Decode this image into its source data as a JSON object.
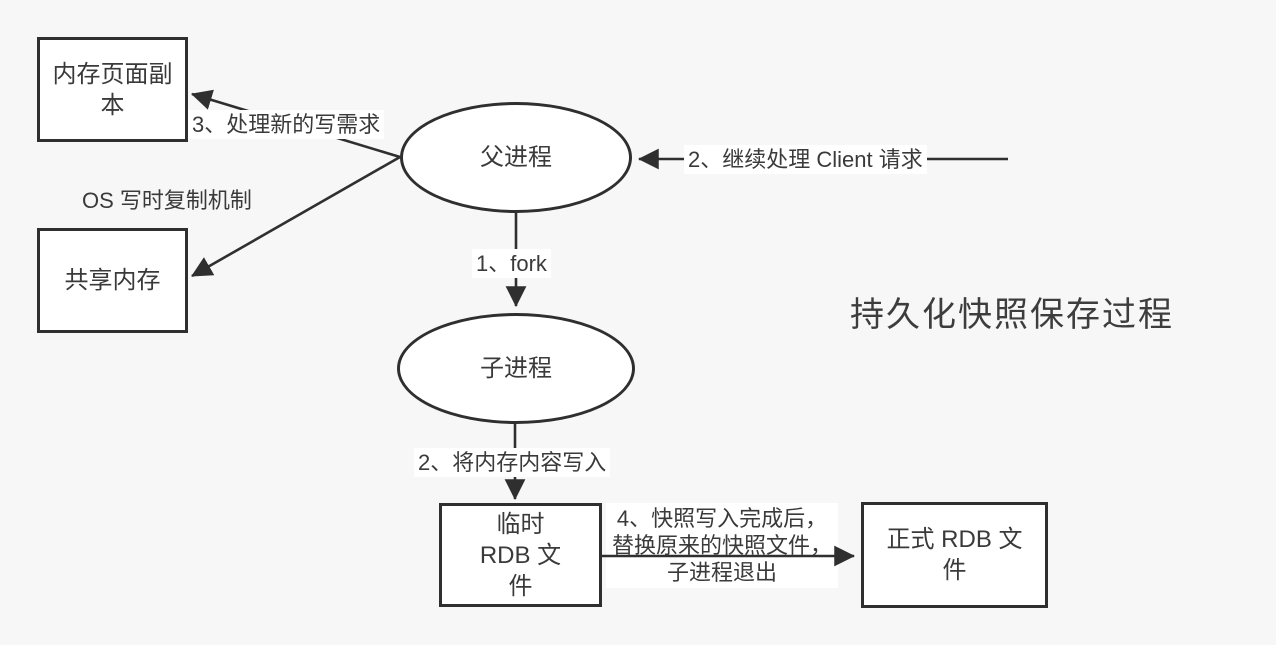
{
  "diagram": {
    "title": "持久化快照保存过程",
    "nodes": {
      "mem_copy": "内存页面副本",
      "shared_mem": "共享内存",
      "parent": "父进程",
      "child": "子进程",
      "temp_rdb": "临时 RDB 文件",
      "final_rdb": "正式 RDB 文件"
    },
    "labels": {
      "handle_write": "3、处理新的写需求",
      "cow": "OS 写时复制机制",
      "client": "2、继续处理 Client 请求",
      "fork": "1、fork",
      "write_mem": "2、将内存内容写入",
      "replace_line1": "4、快照写入完成后，",
      "replace_line2": "替换原来的快照文件，",
      "replace_line3": "子进程退出"
    },
    "edges": [
      {
        "from": "parent",
        "to": "mem_copy",
        "label": "3、处理新的写需求"
      },
      {
        "from": "parent",
        "to": "shared_mem",
        "label": "OS 写时复制机制"
      },
      {
        "from": "client",
        "to": "parent",
        "label": "2、继续处理 Client 请求"
      },
      {
        "from": "parent",
        "to": "child",
        "label": "1、fork"
      },
      {
        "from": "child",
        "to": "temp_rdb",
        "label": "2、将内存内容写入"
      },
      {
        "from": "temp_rdb",
        "to": "final_rdb",
        "label": "4、快照写入完成后，替换原来的快照文件，子进程退出"
      }
    ],
    "colors": {
      "background": "#f7f7f7",
      "node_fill": "#ffffff",
      "stroke": "#2f2f2f",
      "text": "#3a3a3a",
      "label_bg": "#ffffff"
    }
  }
}
